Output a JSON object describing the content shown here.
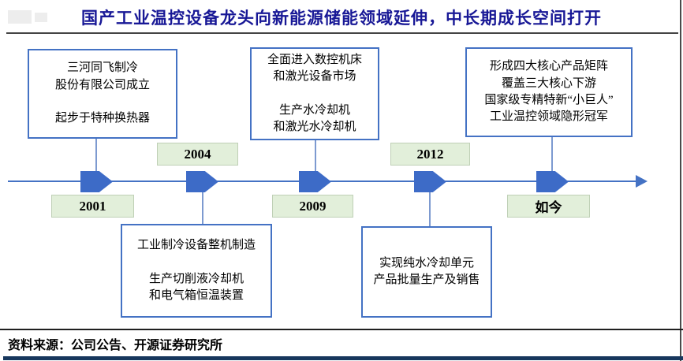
{
  "title": "国产工业温控设备龙头向新能源储能领域延伸，中长期成长空间打开",
  "source_note": "资料来源：公司公告、开源证券研究所",
  "colors": {
    "title": "#181896",
    "timeline_blue": "#4472c4",
    "marker_blue": "#3d6bc7",
    "connector_blue": "#7d9ad0",
    "box_border_blue": "#4472c4",
    "year_bg_green": "#e2efda",
    "bottom_bar_navy": "#17375d"
  },
  "timeline": {
    "milestones": [
      {
        "year": "2001",
        "year_position": "below-line",
        "box_position": "above-line",
        "box_lines": [
          "三河同飞制冷",
          "股份有限公司成立",
          "",
          "起步于特种换热器"
        ]
      },
      {
        "year": "2004",
        "year_position": "above-line",
        "box_position": "below-line",
        "box_lines": [
          "工业制冷设备整机制造",
          "",
          "生产切削液冷却机",
          "和电气箱恒温装置"
        ]
      },
      {
        "year": "2009",
        "year_position": "below-line",
        "box_position": "above-line",
        "box_lines": [
          "全面进入数控机床",
          "和激光设备市场",
          "",
          "生产水冷却机",
          "和激光水冷却机"
        ]
      },
      {
        "year": "2012",
        "year_position": "above-line",
        "box_position": "below-line",
        "box_lines": [
          "实现纯水冷却单元",
          "产品批量生产及销售"
        ]
      },
      {
        "year": "如今",
        "year_position": "below-line",
        "box_position": "above-line",
        "box_lines": [
          "形成四大核心产品矩阵",
          "覆盖三大核心下游",
          "国家级专精特新“小巨人”",
          "工业温控领域隐形冠军"
        ]
      }
    ]
  }
}
